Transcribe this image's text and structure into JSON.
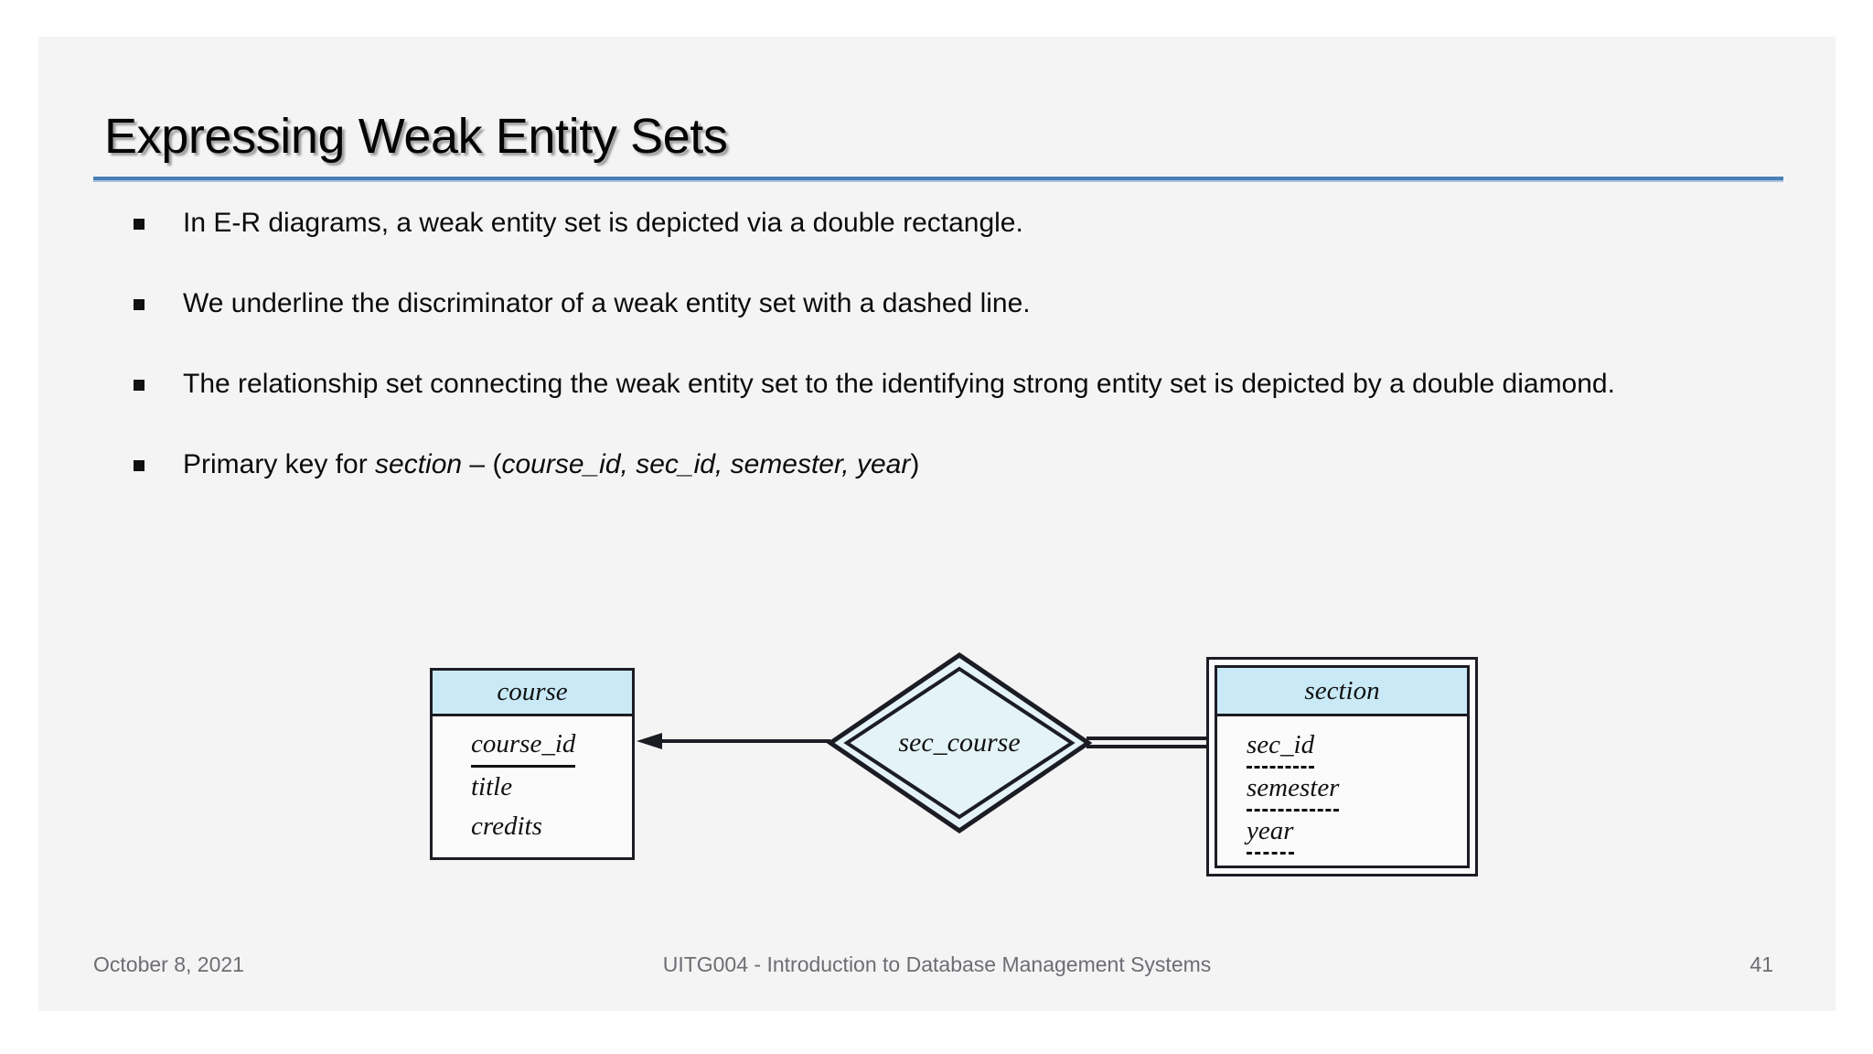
{
  "slide": {
    "title": "Expressing Weak Entity Sets",
    "bullets": [
      {
        "id": "bullet-double-rectangle",
        "segments": [
          {
            "text": "In E-R diagrams, a weak entity set is depicted via a double rectangle.",
            "italic": false
          }
        ]
      },
      {
        "id": "bullet-dashed-underline",
        "segments": [
          {
            "text": "We underline the discriminator of a weak entity set  with a dashed line.",
            "italic": false
          }
        ]
      },
      {
        "id": "bullet-double-diamond",
        "segments": [
          {
            "text": "The relationship set connecting the  weak entity set to the identifying strong entity set is depicted by a double diamond.",
            "italic": false
          }
        ]
      },
      {
        "id": "bullet-primary-key",
        "segments": [
          {
            "text": "Primary key for ",
            "italic": false
          },
          {
            "text": "section",
            "italic": true
          },
          {
            "text": " – (",
            "italic": false
          },
          {
            "text": "course_id, sec_id, semester, year",
            "italic": true
          },
          {
            "text": ")",
            "italic": false
          }
        ]
      }
    ],
    "footer": {
      "date": "October 8, 2021",
      "course": "UITG004 - Introduction to Database Management Systems",
      "page": "41"
    }
  },
  "diagram": {
    "type": "er-diagram",
    "entities": [
      {
        "name": "course",
        "kind": "strong-entity",
        "shape": "single-rectangle",
        "attributes": [
          {
            "label": "course_id",
            "underline": "solid",
            "role": "primary-key"
          },
          {
            "label": "title",
            "underline": "none",
            "role": "attribute"
          },
          {
            "label": "credits",
            "underline": "none",
            "role": "attribute"
          }
        ]
      },
      {
        "name": "section",
        "kind": "weak-entity",
        "shape": "double-rectangle",
        "attributes": [
          {
            "label": "sec_id",
            "underline": "dashed",
            "role": "discriminator"
          },
          {
            "label": "semester",
            "underline": "dashed",
            "role": "discriminator"
          },
          {
            "label": "year",
            "underline": "dashed",
            "role": "discriminator"
          }
        ]
      }
    ],
    "relationship": {
      "name": "sec_course",
      "kind": "identifying-relationship",
      "shape": "double-diamond",
      "links": [
        {
          "from": "sec_course",
          "to": "course",
          "style": "single-line-with-arrow",
          "arrow": "left"
        },
        {
          "from": "sec_course",
          "to": "section",
          "style": "double-line",
          "arrow": "none"
        }
      ]
    },
    "colors": {
      "entity_header_fill": "#c9e9f6",
      "entity_body_fill": "#fbfbfc",
      "diamond_fill": "#e4f3f8",
      "stroke": "#1c1c24",
      "title_rule": "#4a7fb5",
      "slide_background": "#f4f4f5"
    }
  }
}
